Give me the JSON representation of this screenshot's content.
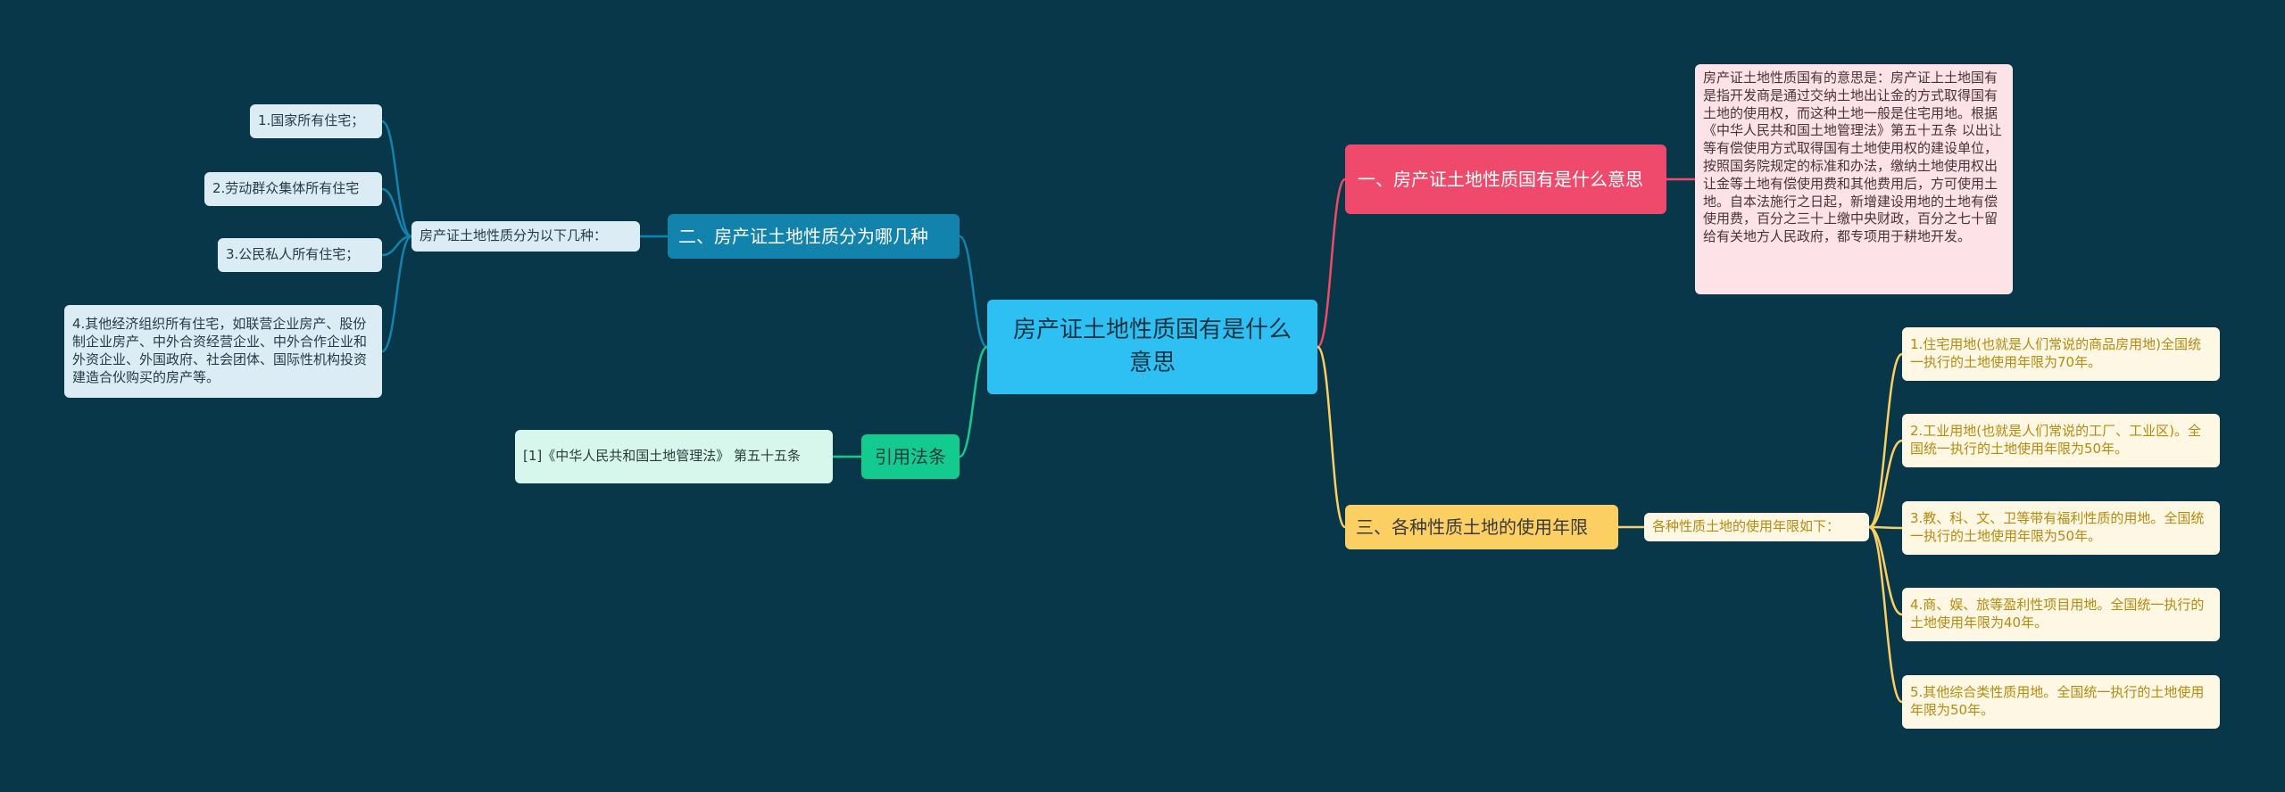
{
  "center": {
    "title": "房产证土地性质国有是什么意思"
  },
  "branches": {
    "one": {
      "label": "一、房产证土地性质国有是什么意思",
      "detail": "房产证土地性质国有的意思是：房产证上土地国有是指开发商是通过交纳土地出让金的方式取得国有土地的使用权，而这种土地一般是住宅用地。根据《中华人民共和国土地管理法》第五十五条 以出让等有偿使用方式取得国有土地使用权的建设单位，按照国务院规定的标准和办法，缴纳土地使用权出让金等土地有偿使用费和其他费用后，方可使用土地。自本法施行之日起，新增建设用地的土地有偿使用费，百分之三十上缴中央财政，百分之七十留给有关地方人民政府，都专项用于耕地开发。"
    },
    "two": {
      "label": "二、房产证土地性质分为哪几种",
      "sub": "房产证土地性质分为以下几种：",
      "items": [
        "1.国家所有住宅；",
        "2.劳动群众集体所有住宅",
        "3.公民私人所有住宅；",
        "4.其他经济组织所有住宅，如联营企业房产、股份制企业房产、中外合资经营企业、中外合作企业和外资企业、外国政府、社会团体、国际性机构投资建造合伙购买的房产等。"
      ]
    },
    "three": {
      "label": "三、各种性质土地的使用年限",
      "sub": "各种性质土地的使用年限如下：",
      "items": [
        "1.住宅用地(也就是人们常说的商品房用地)全国统一执行的土地使用年限为70年。",
        "2.工业用地(也就是人们常说的工厂、工业区)。全国统一执行的土地使用年限为50年。",
        "3.教、科、文、卫等带有福利性质的用地。全国统一执行的土地使用年限为50年。",
        "4.商、娱、旅等盈利性项目用地。全国统一执行的土地使用年限为40年。",
        "5.其他综合类性质用地。全国统一执行的土地使用年限为50年。"
      ]
    },
    "cite": {
      "label": "引用法条",
      "items": [
        "[1]《中华人民共和国土地管理法》 第五十五条"
      ]
    }
  },
  "colors": {
    "background": "#073749",
    "center": "#2ec0f3",
    "pink": "#ef4a6b",
    "blue": "#1283ad",
    "yellow": "#fccf62",
    "green": "#14cb8f"
  }
}
